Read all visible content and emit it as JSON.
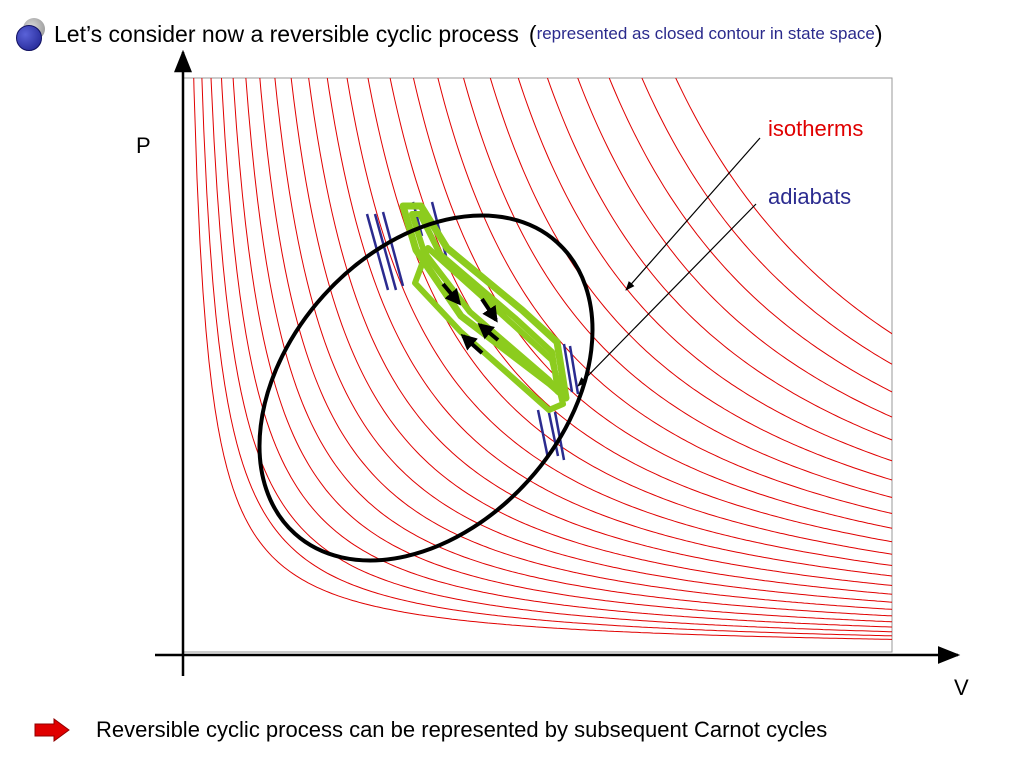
{
  "title": {
    "main": "Let’s consider now a reversible cyclic process",
    "paren_open": "(",
    "subtitle": "represented as closed contour in state space",
    "paren_close": ")"
  },
  "axes": {
    "y_label": "P",
    "x_label": "V"
  },
  "legend": {
    "isotherms": "isotherms",
    "adiabats": "adiabats"
  },
  "footer": {
    "text": "Reversible cyclic process can be represented by subsequent Carnot cycles"
  },
  "colors": {
    "isotherm": "#e00000",
    "adiabat": "#2b2b8f",
    "carnot": "#8ccc1e",
    "contour": "#000000",
    "bullet": "#1b1f8c",
    "footer_arrow": "#e00000"
  }
}
